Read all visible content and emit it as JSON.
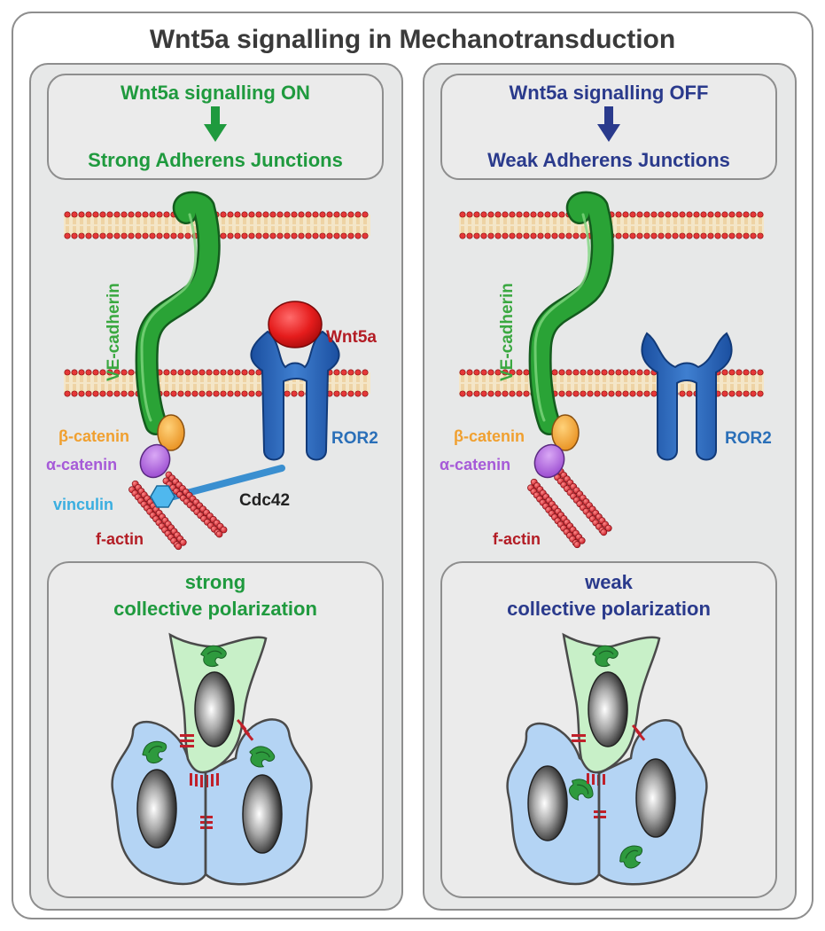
{
  "title": "Wnt5a signalling in Mechanotransduction",
  "colors": {
    "on": "#1f9a3e",
    "off": "#2a3a8c",
    "wnt5a_label": "#b31c24",
    "ror2": "#1f5fa8",
    "ror2_label": "#2a6fb8",
    "vecad": "#1e9a2e",
    "beta": "#f0a030",
    "alpha": "#a65ad8",
    "vinculin": "#3aaee0",
    "factin": "#cc2233",
    "cdc42_label": "#222222",
    "panel_bg": "#e7e8e8",
    "box_bg": "#ebebeb",
    "outline": "#8e8e8e",
    "leader_cell": "#c8f0c8",
    "follower_cell": "#b4d4f4",
    "golgi": "#2e9a3e"
  },
  "panels": [
    {
      "id": "on",
      "header": {
        "line1": "Wnt5a signalling ON",
        "line2": "Strong Adherens Junctions"
      },
      "labels": {
        "vecadherin": "VE-cadherin",
        "wnt5a": "Wnt5a",
        "ror2": "ROR2",
        "beta_catenin": "β-catenin",
        "alpha_catenin": "α-catenin",
        "vinculin": "vinculin",
        "cdc42": "Cdc42",
        "factin": "f-actin"
      },
      "polarization": {
        "line1": "strong",
        "line2": "collective polarization"
      }
    },
    {
      "id": "off",
      "header": {
        "line1": "Wnt5a signalling OFF",
        "line2": "Weak Adherens Junctions"
      },
      "labels": {
        "vecadherin": "VE-cadherin",
        "ror2": "ROR2",
        "beta_catenin": "β-catenin",
        "alpha_catenin": "α-catenin",
        "factin": "f-actin"
      },
      "polarization": {
        "line1": "weak",
        "line2": "collective polarization"
      }
    }
  ]
}
